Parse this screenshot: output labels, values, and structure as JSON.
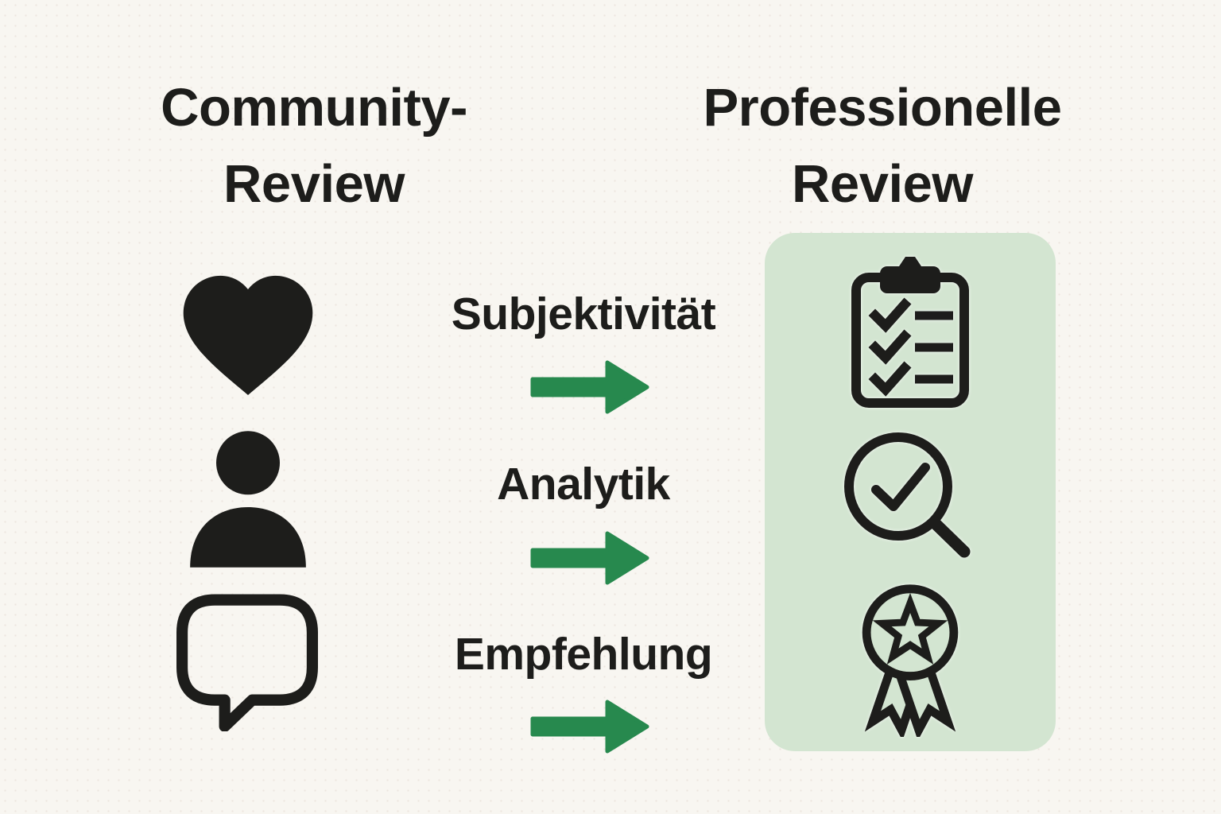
{
  "colors": {
    "background": "#f8f6f1",
    "text": "#1d1d1b",
    "icon_black": "#1d1d1b",
    "arrow_green": "#27894e",
    "panel_green": "#d3e5d1"
  },
  "left_column": {
    "title": "Community-Review",
    "title_lines": [
      "Community-",
      "Review"
    ],
    "icons": [
      "heart-icon",
      "person-icon",
      "speech-bubble-icon"
    ]
  },
  "middle_column": {
    "items": [
      {
        "label": "Subjektivität",
        "icon": "arrow-right-icon"
      },
      {
        "label": "Analytik",
        "icon": "arrow-right-icon"
      },
      {
        "label": "Empfehlung",
        "icon": "arrow-right-icon"
      }
    ]
  },
  "right_column": {
    "title": "Professionelle Review",
    "title_lines": [
      "Professionelle",
      "Review"
    ],
    "icons": [
      "checklist-clipboard-icon",
      "magnifying-glass-check-icon",
      "award-ribbon-icon"
    ]
  }
}
